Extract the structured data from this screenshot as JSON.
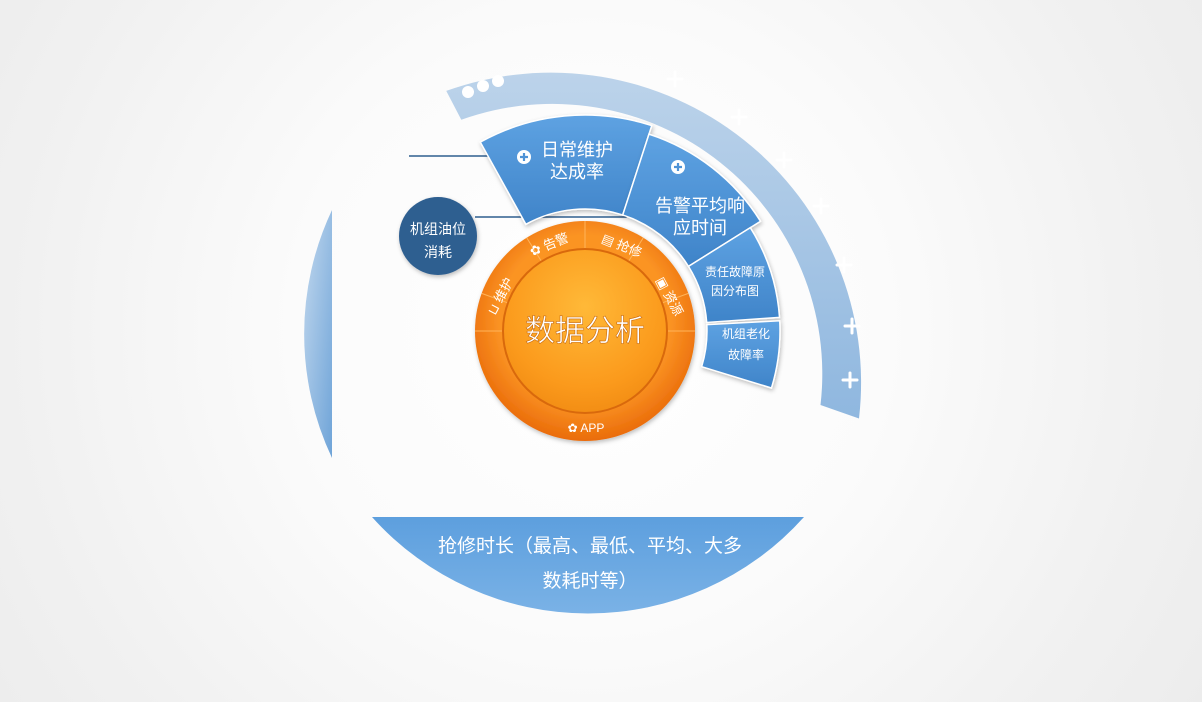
{
  "center": {
    "title": "数据分析"
  },
  "ring_items": [
    {
      "label": "维护",
      "icon": "trash-icon"
    },
    {
      "label": "告警",
      "icon": "gear-icon"
    },
    {
      "label": "抢修",
      "icon": "document-icon"
    },
    {
      "label": "资源",
      "icon": "folder-icon"
    },
    {
      "label": "APP",
      "icon": "gear-icon"
    }
  ],
  "segments": [
    {
      "line1": "日常维护",
      "line2": "达成率"
    },
    {
      "line1": "告警平均响",
      "line2": "应时间"
    },
    {
      "line1": "责任故障原",
      "line2": "因分布图"
    },
    {
      "line1": "机组老化",
      "line2": "故障率"
    }
  ],
  "callout": {
    "line1": "机组油位",
    "line2": "消耗"
  },
  "bottom": {
    "line1": "抢修时长（最高、最低、平均、大多",
    "line2": "数耗时等）"
  },
  "colors": {
    "blue": "#4f93d6",
    "blue_dark": "#2f5f8f",
    "arc_light": "#a8c8e6",
    "orange": "#f47d13",
    "orange_light": "#fba52a"
  }
}
